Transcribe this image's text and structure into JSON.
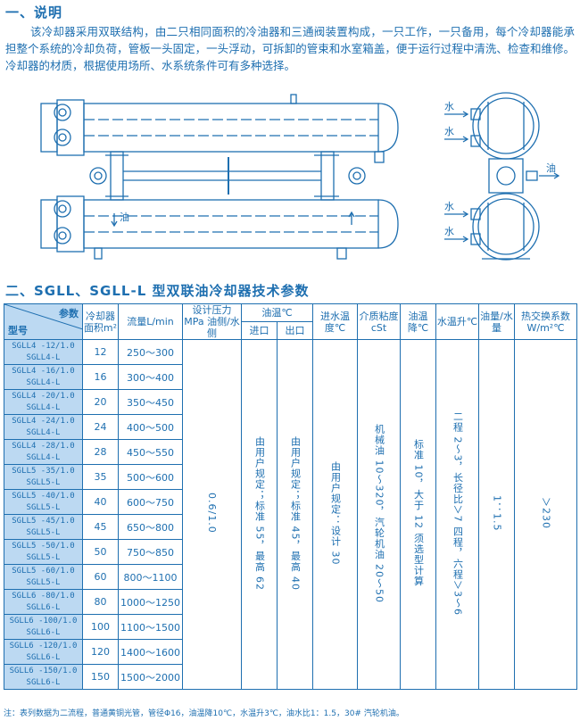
{
  "section1": {
    "title": "一、说明",
    "text": "该冷却器采用双联结构，由二只相同面积的冷油器和三通阀装置构成，一只工作，一只备用，每个冷却器能承担整个系统的冷却负荷，管板一头固定，一头浮动，可拆卸的管束和水室箱盖，便于运行过程中清洗、检查和维修。冷却器的材质，根据使用场所、水系统条件可有多种选择。"
  },
  "diagram": {
    "oil_label_front": "油",
    "oil_label_side": "油",
    "water_labels": [
      "水",
      "水",
      "水",
      "水"
    ]
  },
  "section2": {
    "title": "二、SGLL、SGLL-L 型双联油冷却器技术参数"
  },
  "table": {
    "corner_top": "参数",
    "corner_bottom": "型号",
    "headers": {
      "area": "冷却器面积m²",
      "flow": "流量L/min",
      "pressure": "设计压力 MPa 油侧/水侧",
      "oil_temp": "油温℃",
      "oil_in": "进口",
      "oil_out": "出口",
      "water_in_temp": "进水温度℃",
      "viscosity": "介质粘度cSt",
      "oil_drop": "油温降℃",
      "water_rise": "水温升℃",
      "ratio": "油量/水量",
      "heat_coef": "热交换系数W/m²℃"
    },
    "rows": [
      {
        "model1": "SGLL4  -12/1.0",
        "model2": "SGLL4-L",
        "area": "12",
        "flow": "250～300"
      },
      {
        "model1": "SGLL4  -16/1.0",
        "model2": "SGLL4-L",
        "area": "16",
        "flow": "300～400"
      },
      {
        "model1": "SGLL4  -20/1.0",
        "model2": "SGLL4-L",
        "area": "20",
        "flow": "350～450"
      },
      {
        "model1": "SGLL4  -24/1.0",
        "model2": "SGLL4-L",
        "area": "24",
        "flow": "400～500"
      },
      {
        "model1": "SGLL4  -28/1.0",
        "model2": "SGLL4-L",
        "area": "28",
        "flow": "450～550"
      },
      {
        "model1": "SGLL5  -35/1.0",
        "model2": "SGLL5-L",
        "area": "35",
        "flow": "500～600"
      },
      {
        "model1": "SGLL5  -40/1.0",
        "model2": "SGLL5-L",
        "area": "40",
        "flow": "600～750"
      },
      {
        "model1": "SGLL5  -45/1.0",
        "model2": "SGLL5-L",
        "area": "45",
        "flow": "650～800"
      },
      {
        "model1": "SGLL5  -50/1.0",
        "model2": "SGLL5-L",
        "area": "50",
        "flow": "750～850"
      },
      {
        "model1": "SGLL5  -60/1.0",
        "model2": "SGLL5-L",
        "area": "60",
        "flow": "800～1100"
      },
      {
        "model1": "SGLL6  -80/1.0",
        "model2": "SGLL6-L",
        "area": "80",
        "flow": "1000～1250"
      },
      {
        "model1": "SGLL6  -100/1.0",
        "model2": "SGLL6-L",
        "area": "100",
        "flow": "1100～1500"
      },
      {
        "model1": "SGLL6  -120/1.0",
        "model2": "SGLL6-L",
        "area": "120",
        "flow": "1400～1600"
      },
      {
        "model1": "SGLL6  -150/1.0",
        "model2": "SGLL6-L",
        "area": "150",
        "flow": "1500～2000"
      }
    ],
    "shared": {
      "pressure": "0.6/1.0",
      "oil_in": "由用户规定；标准 55，最高 62",
      "oil_out": "由用户规定；标准 45，最高 40",
      "water_in_temp": "由用户规定：设计 30",
      "viscosity": "机械油 10～320，汽轮机油 20～50",
      "oil_drop": "标准 10，大于 12 须选型计算",
      "water_rise": "二程 2～3，长径比＞7 四程，六程＞3～6",
      "ratio": "1：1.5",
      "heat_coef": "＞230"
    }
  },
  "footnote": "注：表列数据为二流程，普通黄铜光管，管径Φ16，油温降10℃，水温升3℃，油水比1：1.5，30# 汽轮机油。",
  "colors": {
    "primary": "#1e6fb0",
    "header_fill": "#bcd9f2"
  }
}
